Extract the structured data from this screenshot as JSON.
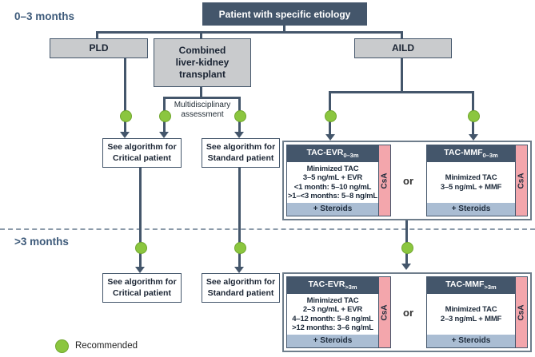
{
  "root_node": {
    "label": "Patient with specific etiology"
  },
  "section_early": {
    "label": "0–3 months"
  },
  "section_late": {
    "label": ">3 months"
  },
  "branch_pld": {
    "label": "PLD"
  },
  "branch_clkt": {
    "lines": [
      "Combined",
      "liver-kidney",
      "transplant"
    ]
  },
  "branch_aild": {
    "label": "AILD"
  },
  "multidisciplinary": {
    "lines": [
      "Multidisciplinary",
      "assessment"
    ]
  },
  "algo_critical": {
    "lines": [
      "See algorithm for",
      "Critical patient"
    ]
  },
  "algo_standard": {
    "lines": [
      "See algorithm for",
      "Standard patient"
    ]
  },
  "treatments": {
    "early": {
      "evr": {
        "title": "TAC-EVR",
        "title_sub": "0–3m",
        "body": [
          "Minimized TAC",
          "3–5 ng/mL + EVR",
          "<1 month: 5–10 ng/mL",
          ">1–<3 months: 5–8 ng/mL"
        ],
        "side_label": "CsA",
        "footer": "+ Steroids"
      },
      "or_label": "or",
      "mmf": {
        "title": "TAC-MMF",
        "title_sub": "0–3m",
        "body": [
          "Minimized TAC",
          "3–5 ng/mL + MMF"
        ],
        "side_label": "CsA",
        "footer": "+ Steroids"
      }
    },
    "late": {
      "evr": {
        "title": "TAC-EVR",
        "title_sub": ">3m",
        "body": [
          "Minimized TAC",
          "2–3 ng/mL + EVR",
          "4–12 month: 5–8 ng/mL",
          ">12 months: 3–6 ng/mL"
        ],
        "side_label": "CsA",
        "footer": "+ Steroids"
      },
      "or_label": "or",
      "mmf": {
        "title": "TAC-MMF",
        "title_sub": ">3m",
        "body": [
          "Minimized TAC",
          "2–3 ng/mL + MMF"
        ],
        "side_label": "CsA",
        "footer": "+ Steroids"
      }
    }
  },
  "legend": {
    "recommended": "Recommended"
  },
  "colors": {
    "navy": "#44566b",
    "gray_box": "#c9cbcd",
    "green": "#8bc63f",
    "pink": "#f3a6ac",
    "steel": "#aabdd3"
  }
}
